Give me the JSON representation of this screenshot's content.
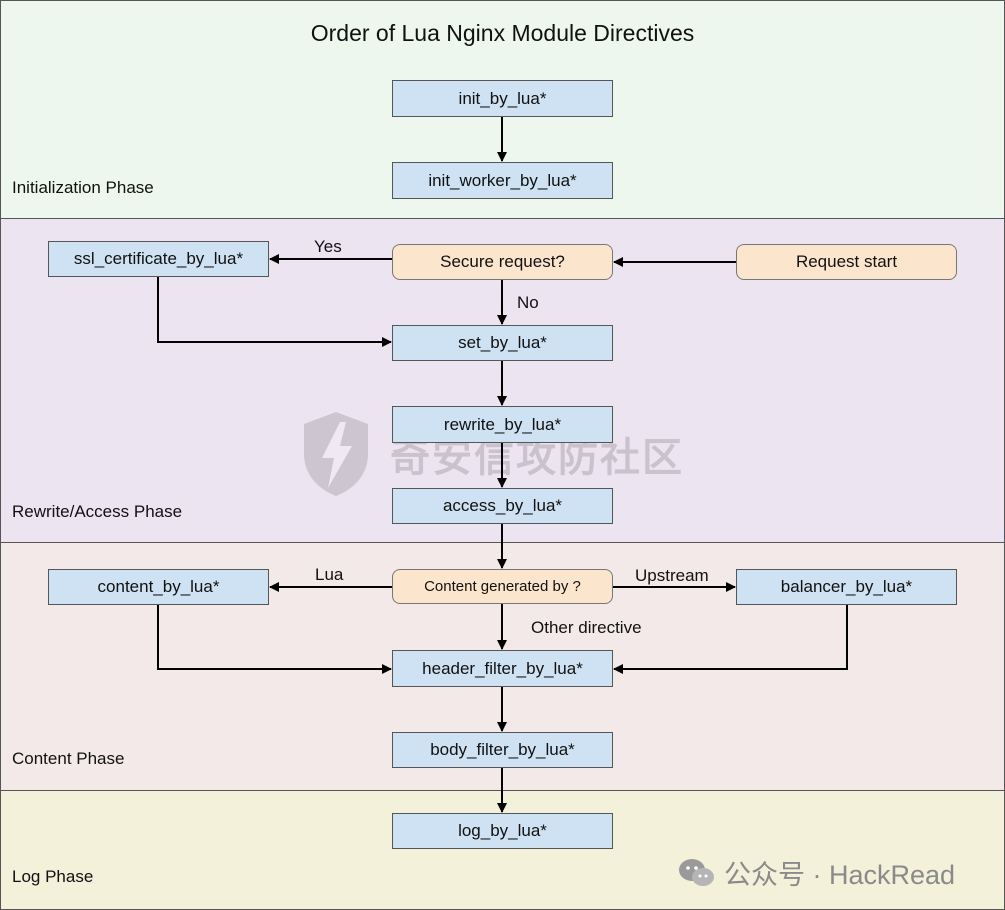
{
  "title": "Order of Lua Nginx Module Directives",
  "phases": {
    "init": "Initialization Phase",
    "rewrite": "Rewrite/Access Phase",
    "content": "Content Phase",
    "log": "Log Phase"
  },
  "nodes": {
    "init_by_lua": "init_by_lua*",
    "init_worker_by_lua": "init_worker_by_lua*",
    "ssl_certificate_by_lua": "ssl_certificate_by_lua*",
    "secure_request": "Secure request?",
    "request_start": "Request start",
    "set_by_lua": "set_by_lua*",
    "rewrite_by_lua": "rewrite_by_lua*",
    "access_by_lua": "access_by_lua*",
    "content_by_lua": "content_by_lua*",
    "content_generated_by": "Content generated by ?",
    "balancer_by_lua": "balancer_by_lua*",
    "header_filter_by_lua": "header_filter_by_lua*",
    "body_filter_by_lua": "body_filter_by_lua*",
    "log_by_lua": "log_by_lua*"
  },
  "edge_labels": {
    "yes": "Yes",
    "no": "No",
    "lua": "Lua",
    "upstream": "Upstream",
    "other_directive": "Other directive"
  },
  "watermark": "奇安信攻防社区",
  "credit": "公众号 · HackRead",
  "colors": {
    "directive_fill": "#cfe2f3",
    "decision_fill": "#fce5cd",
    "init_band": "#eef7ee",
    "rewrite_band": "#ede4f1",
    "content_band": "#f4e9e9",
    "log_band": "#f3f1d9"
  }
}
